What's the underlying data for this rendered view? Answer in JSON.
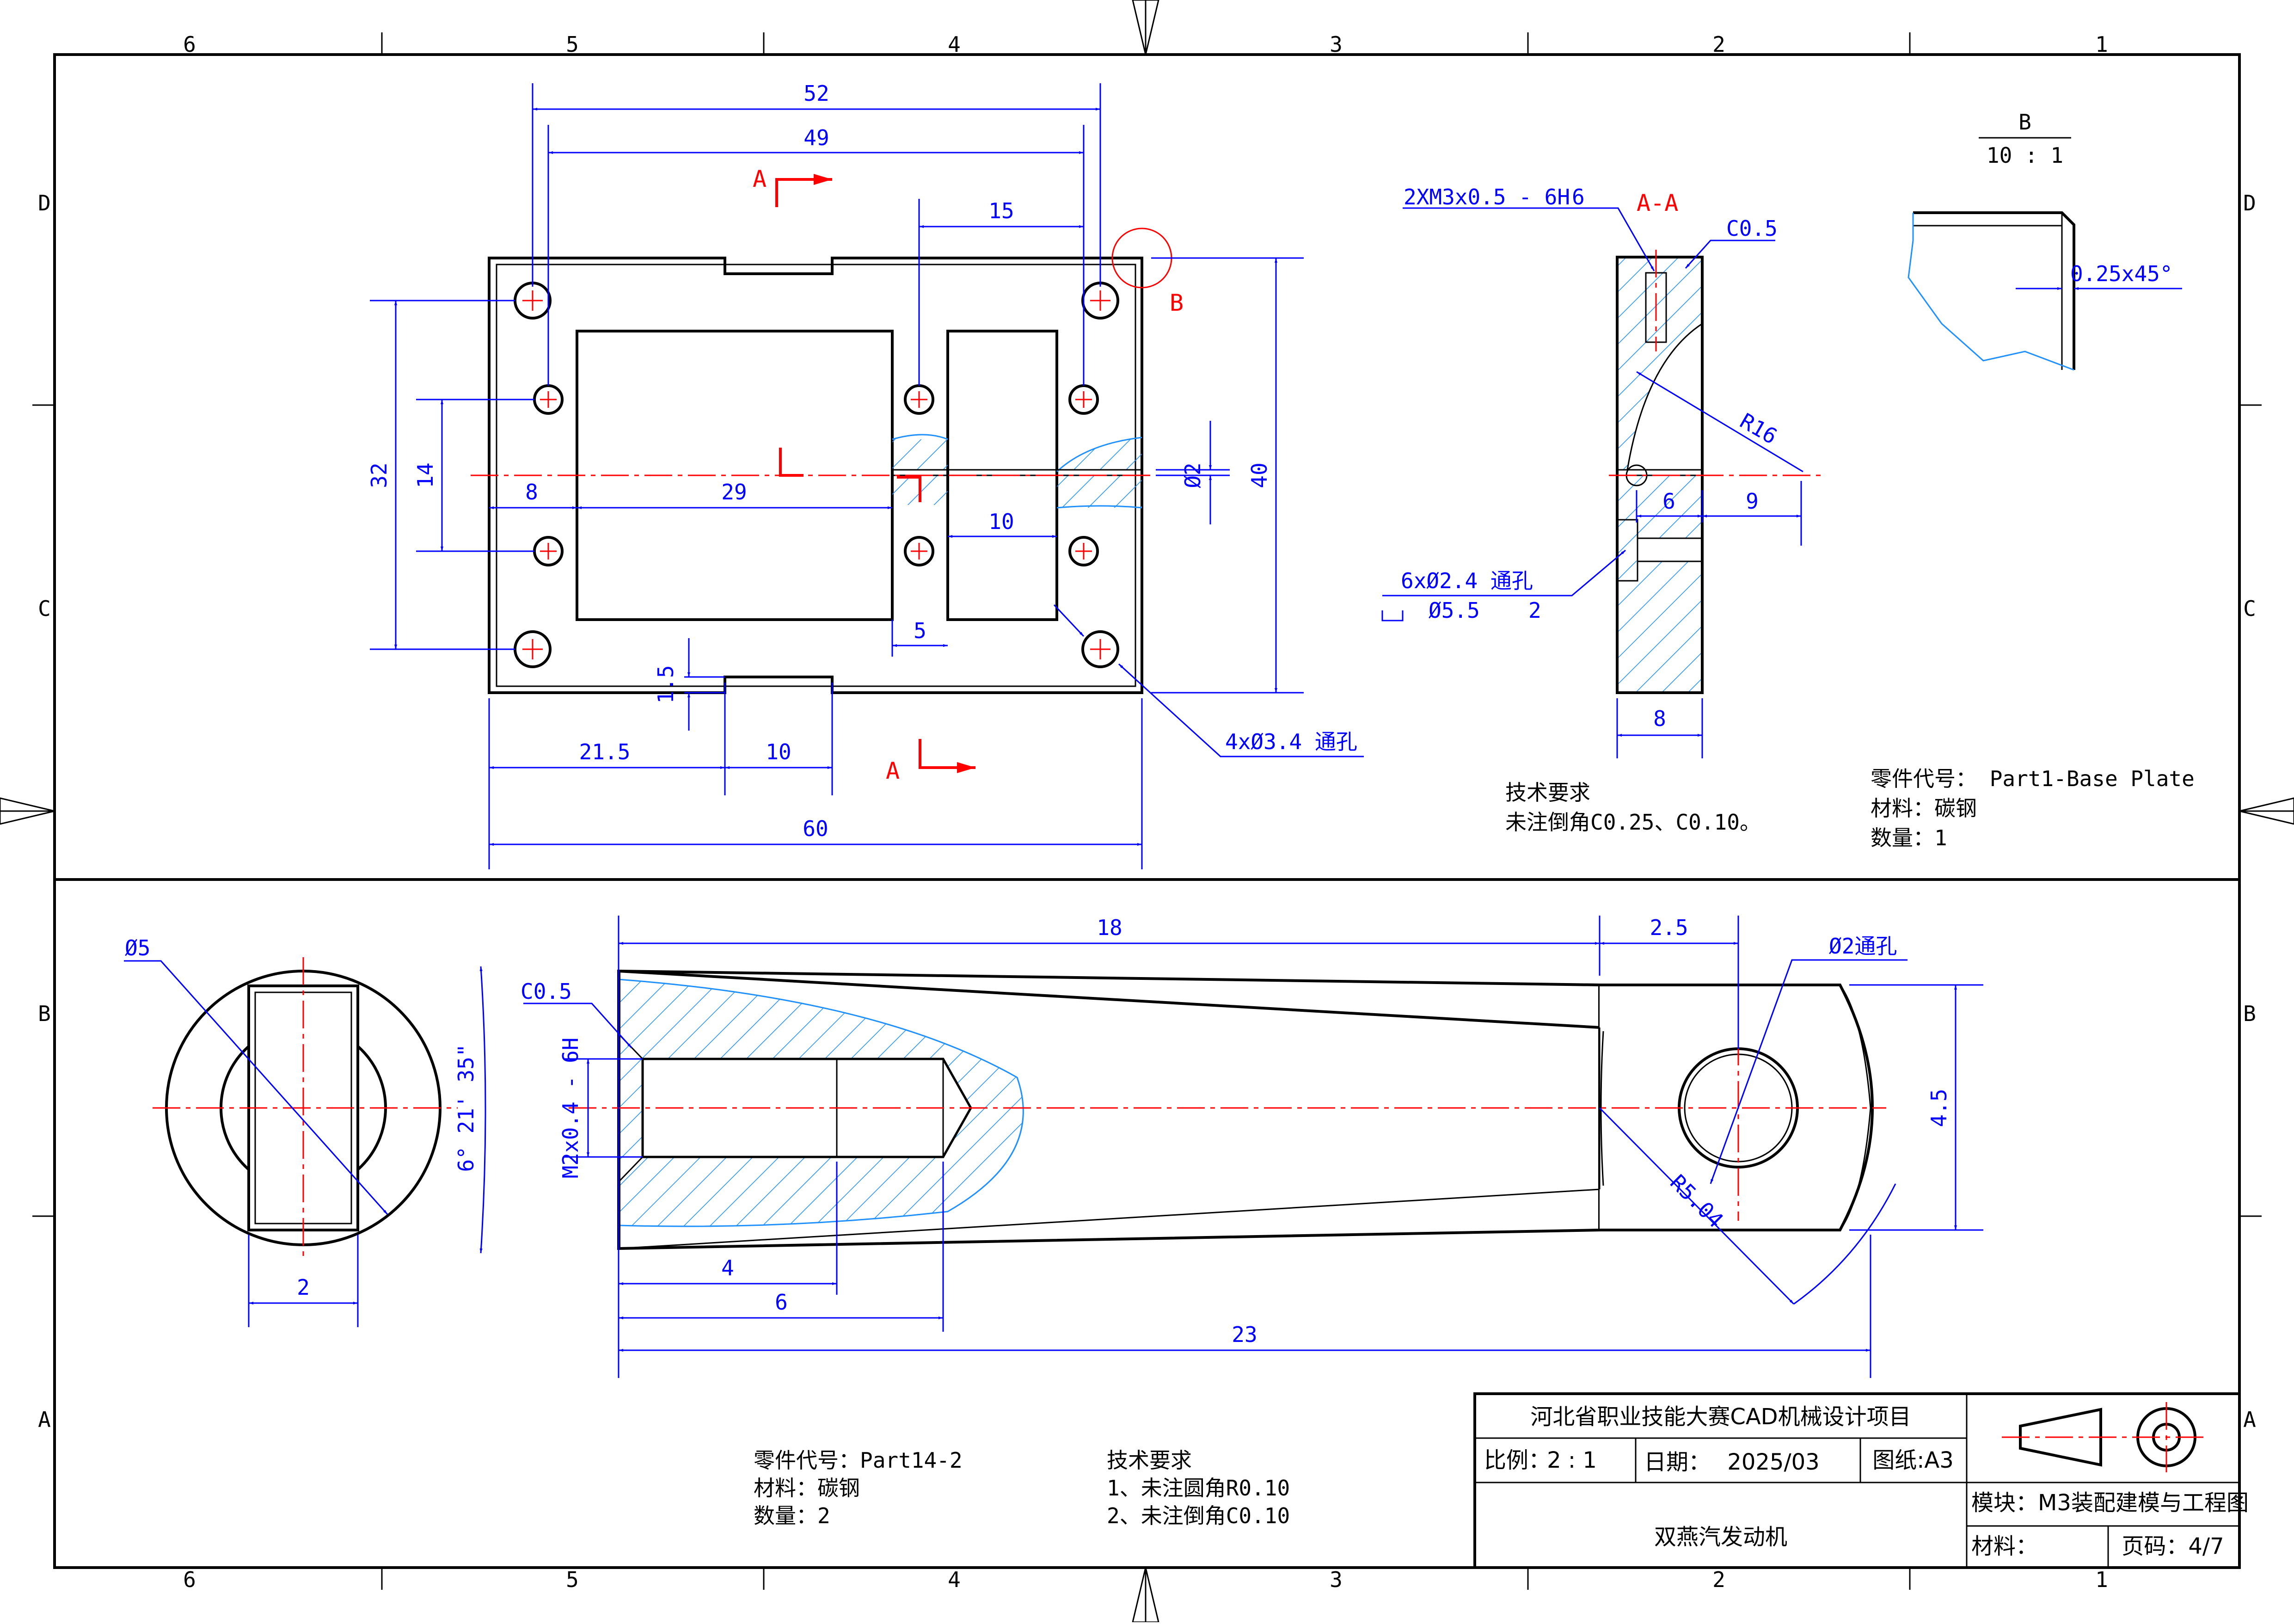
{
  "zones": {
    "columns": [
      "6",
      "5",
      "4",
      "3",
      "2",
      "1"
    ],
    "rows": [
      "D",
      "C",
      "B",
      "A"
    ]
  },
  "top_part": {
    "dims": {
      "d52": "52",
      "d49": "49",
      "d15": "15",
      "d32": "32",
      "d14": "14",
      "d8": "8",
      "d29": "29",
      "d10a": "10",
      "d5": "5",
      "d1_5": "1.5",
      "d21_5": "21.5",
      "d10b": "10",
      "d60": "60",
      "d40": "40",
      "dphi2": "Ø2"
    },
    "callout_holes": "4xØ3.4 通孔",
    "section_marks": {
      "a_top": "A",
      "a_bottom": "A",
      "b": "B"
    },
    "section_view": {
      "title": "A-A",
      "thread": "2XM3x0.5 - 6H",
      "thread_depth": "6",
      "chamfer": "C0.5",
      "radius": "R16",
      "d6": "6",
      "d9": "9",
      "d8": "8",
      "holes_line1": "6xØ2.4 通孔",
      "holes_line2": "Ø5.5",
      "holes_depth": "2"
    },
    "detail": {
      "title": "B",
      "scale": "10 : 1",
      "chamfer": "0.25x45°"
    },
    "tech": {
      "title": "技术要求",
      "line1": "未注倒角C0.25、C0.10。"
    },
    "info": {
      "code": "零件代号：  Part1-Base Plate",
      "material": "材料：碳钢",
      "qty": "数量：1"
    }
  },
  "bottom_part": {
    "dims": {
      "phi5": "Ø5",
      "d2": "2",
      "c05": "C0.5",
      "angle": "6° 21' 35\"",
      "thread": "M2x0.4 - 6H",
      "d18": "18",
      "d2_5": "2.5",
      "phi2": "Ø2通孔",
      "d4_5": "4.5",
      "r504": "R5.04",
      "d4": "4",
      "d6": "6",
      "d23": "23"
    },
    "info": {
      "code": "零件代号：Part14-2",
      "material": "材料：碳钢",
      "qty": "数量：2"
    },
    "tech": {
      "title": "技术要求",
      "line1": "1、未注圆角R0.10",
      "line2": "2、未注倒角C0.10"
    }
  },
  "title_block": {
    "project": "河北省职业技能大赛CAD机械设计项目",
    "scale_label": "比例：",
    "scale_value": "2 : 1",
    "date_label": "日期：",
    "date_value": "2025/03",
    "paper": "图纸:A3",
    "drawing_name": "双燕汽发动机",
    "module": "模块：M3装配建模与工程图",
    "material": "材料：",
    "page": "页码：4/7"
  }
}
